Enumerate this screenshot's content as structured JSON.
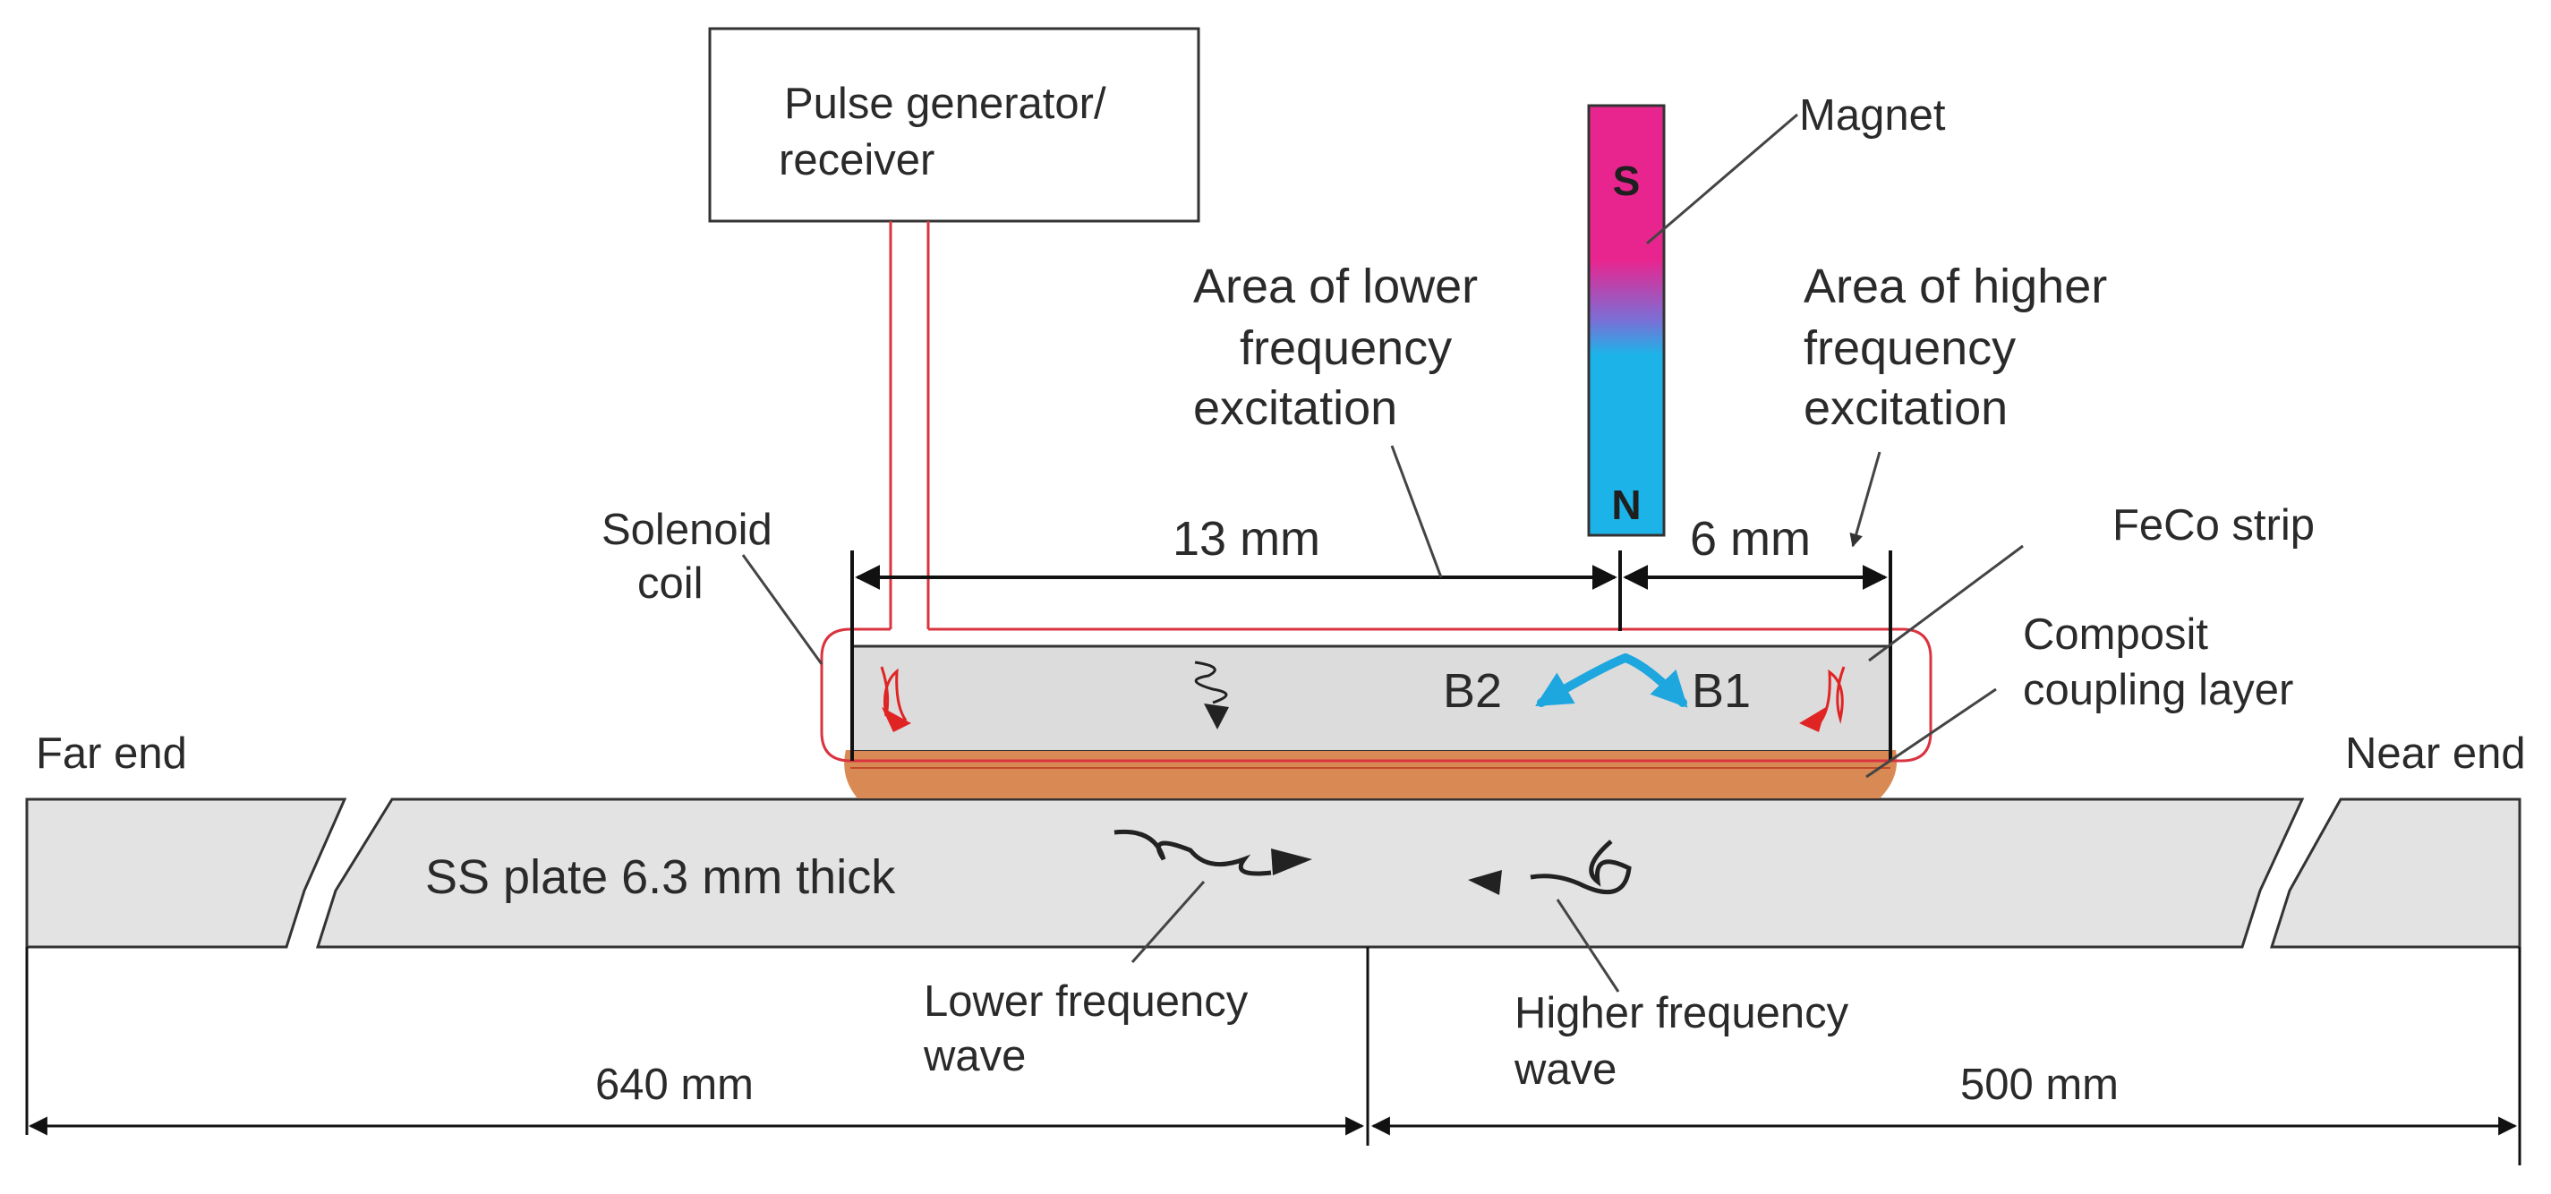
{
  "generator": {
    "line1": "Pulse generator/",
    "line2": "receiver"
  },
  "magnet": {
    "label": "Magnet",
    "pole_top": "S",
    "pole_bottom": "N"
  },
  "area_lower": {
    "line1": "Area of lower",
    "line2": "frequency",
    "line3": "excitation"
  },
  "area_higher": {
    "line1": "Area of higher",
    "line2": "frequency",
    "line3": "excitation"
  },
  "solenoid": {
    "line1": "Solenoid",
    "line2": "coil"
  },
  "dim_13": "13 mm",
  "dim_6": "6 mm",
  "feco": "FeCo strip",
  "coupling": {
    "line1": "Composit",
    "line2": "coupling layer"
  },
  "b2": "B2",
  "b1": "B1",
  "far_end": "Far end",
  "near_end": "Near end",
  "plate": "SS plate 6.3 mm thick",
  "lower_wave": {
    "line1": "Lower frequency",
    "line2": "wave"
  },
  "higher_wave": {
    "line1": "Higher frequency",
    "line2": "wave"
  },
  "dim_640": "640 mm",
  "dim_500": "500 mm",
  "colors": {
    "magnet_south": "#e8258f",
    "magnet_north": "#1cb4e8",
    "coil": "#d9343f",
    "strip": "#dcdcdc",
    "plate": "#e3e3e3",
    "coupling": "#d98a54",
    "b_arrow": "#1ea6df",
    "wave_red": "#e02424"
  }
}
